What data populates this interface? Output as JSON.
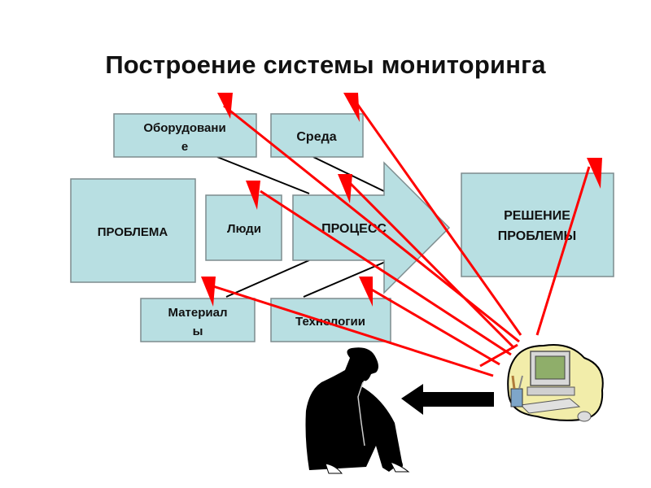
{
  "slide": {
    "title": "Построение системы мониторинга"
  },
  "diagram": {
    "colors": {
      "box_fill": "#b8dfe2",
      "box_stroke": "#7d8c8e",
      "arrow_red": "#ff0000",
      "line_black": "#000000"
    },
    "nodes": {
      "problem": {
        "lines": [
          "ПРОБЛЕМА"
        ]
      },
      "equipment": {
        "lines": [
          "Оборудовани",
          "е"
        ]
      },
      "environment": {
        "lines": [
          "Среда"
        ]
      },
      "people": {
        "lines": [
          "Люди"
        ]
      },
      "process": {
        "lines": [
          "ПРОЦЕСС"
        ]
      },
      "materials": {
        "lines": [
          "Материал",
          "ы"
        ]
      },
      "technologies": {
        "lines": [
          "Технологии"
        ]
      },
      "solution": {
        "lines": [
          "РЕШЕНИЕ",
          "ПРОБЛЕМЫ"
        ]
      }
    },
    "monitoring_targets": [
      "title",
      "equipment",
      "environment",
      "people",
      "process",
      "materials",
      "technologies",
      "solution"
    ],
    "illustrations": {
      "person": "person-on-phone-icon",
      "computer": "computer-workstation-icon",
      "feedback_arrow": "left-arrow-icon"
    }
  }
}
